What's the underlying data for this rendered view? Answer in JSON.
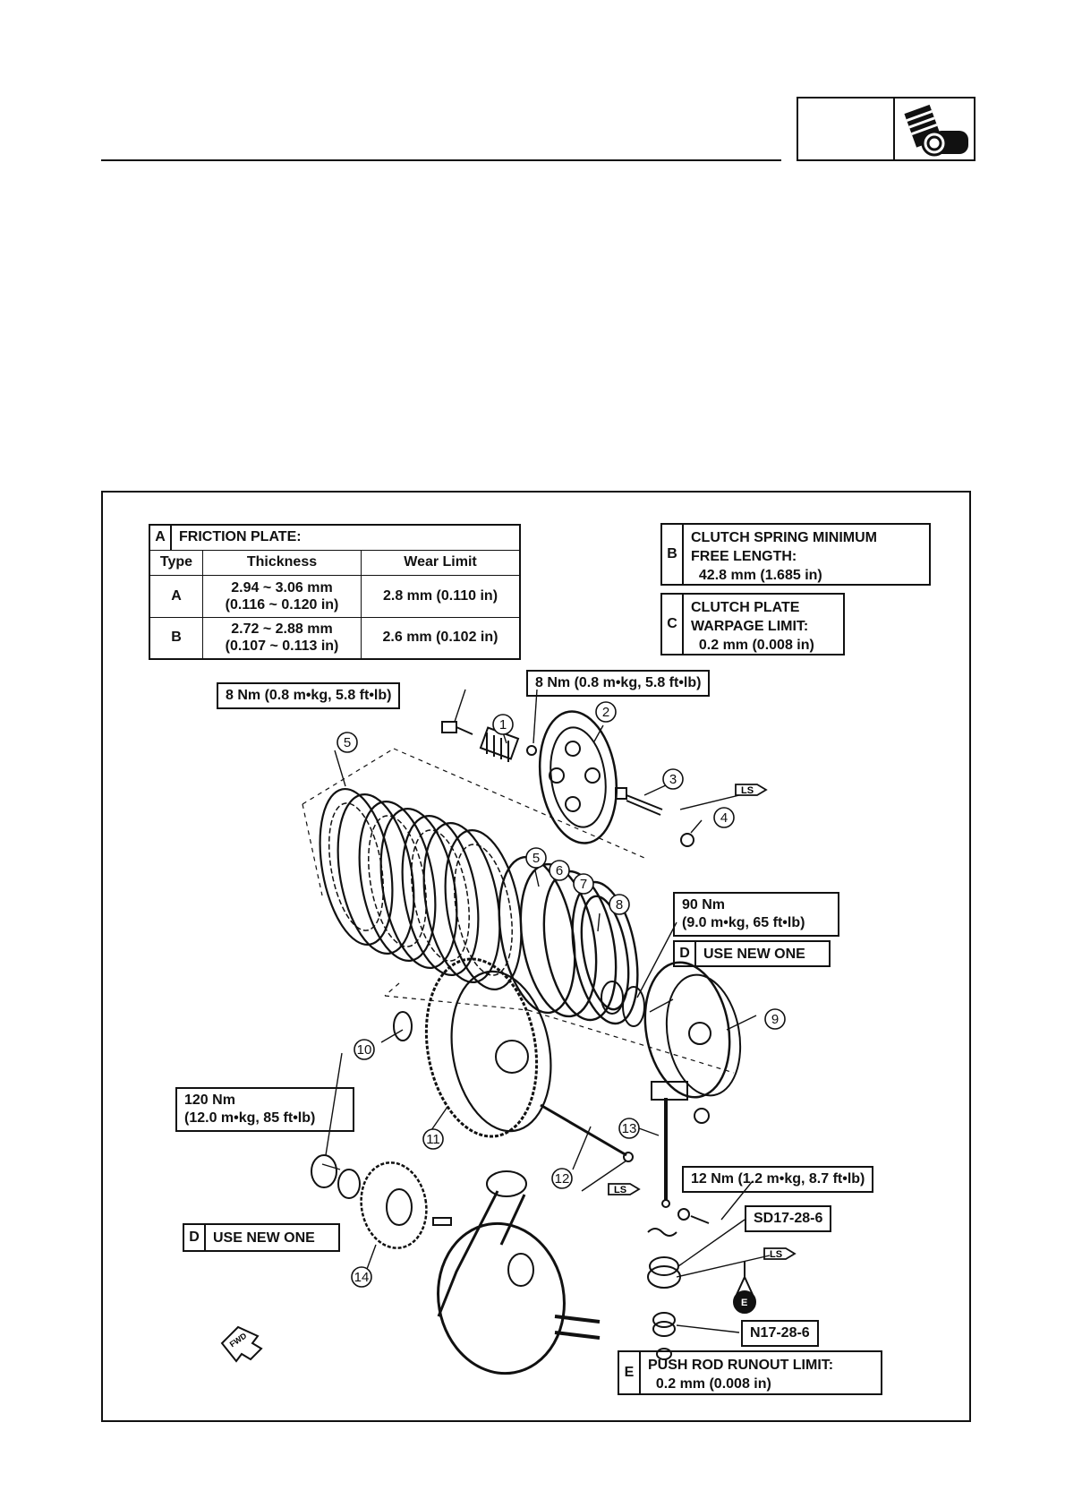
{
  "friction_plate": {
    "letter": "A",
    "title": "FRICTION PLATE:",
    "headers": [
      "Type",
      "Thickness",
      "Wear Limit"
    ],
    "rows": [
      {
        "type": "A",
        "thickness_line1": "2.94 ~ 3.06 mm",
        "thickness_line2": "(0.116 ~ 0.120 in)",
        "wear": "2.8 mm (0.110 in)"
      },
      {
        "type": "B",
        "thickness_line1": "2.72 ~ 2.88 mm",
        "thickness_line2": "(0.107 ~ 0.113 in)",
        "wear": "2.6 mm (0.102 in)"
      }
    ]
  },
  "spec_b": {
    "letter": "B",
    "text": "CLUTCH SPRING MINIMUM\nFREE LENGTH:\n  42.8 mm (1.685 in)"
  },
  "spec_c": {
    "letter": "C",
    "text": "CLUTCH PLATE\nWARPAGE LIMIT:\n  0.2 mm (0.008 in)"
  },
  "spec_d1": {
    "letter": "D",
    "text": "USE NEW ONE"
  },
  "spec_d2": {
    "letter": "D",
    "text": "USE NEW ONE"
  },
  "spec_e": {
    "letter": "E",
    "text": "PUSH ROD RUNOUT LIMIT:\n  0.2 mm (0.008 in)"
  },
  "torques": {
    "t1": "8 Nm (0.8 m•kg, 5.8 ft•lb)",
    "t2": "8 Nm (0.8 m•kg, 5.8 ft•lb)",
    "t3": "90 Nm\n(9.0 m•kg, 65 ft•lb)",
    "t4": "120 Nm\n(12.0 m•kg, 85 ft•lb)",
    "t5": "12 Nm (1.2 m•kg, 8.7 ft•lb)"
  },
  "tool_codes": {
    "sd": "SD17-28-6",
    "n": "N17-28-6"
  },
  "callouts": [
    "1",
    "2",
    "3",
    "4",
    "5",
    "5",
    "6",
    "7",
    "8",
    "9",
    "10",
    "11",
    "12",
    "13",
    "14"
  ],
  "fwd_label": "FWD",
  "lube_mark_e": "E",
  "lube_mark_ls": "LS"
}
